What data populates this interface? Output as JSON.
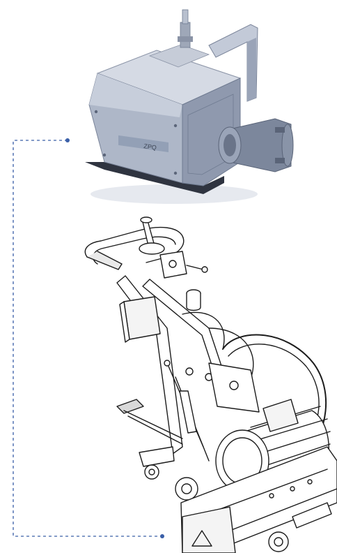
{
  "figure": {
    "components": [
      {
        "id": "gearbox-module",
        "label": "",
        "kind": "photo-render"
      },
      {
        "id": "machine-assembly",
        "label": "",
        "kind": "line-drawing"
      }
    ],
    "connector": {
      "style": "dashed",
      "color": "#3a5fa8"
    },
    "module_plate_text": "ZPQ",
    "colors": {
      "module_body": "#aeb7c8",
      "module_shadow": "#6f7b91",
      "module_base": "#2f3440",
      "ink": "#1c1c1c",
      "connector": "#3a5fa8"
    }
  }
}
